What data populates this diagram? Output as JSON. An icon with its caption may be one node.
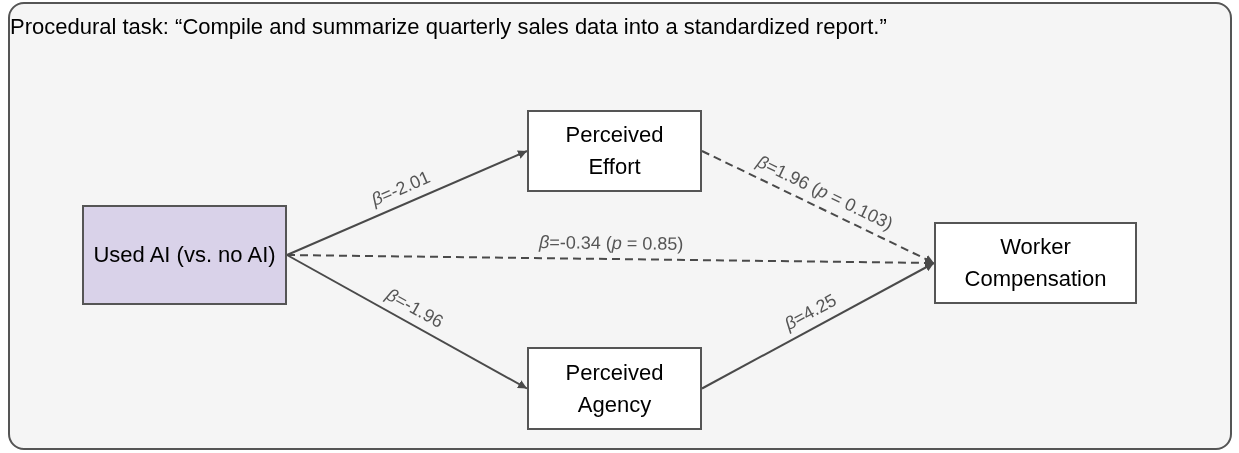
{
  "diagram": {
    "nodes": [
      {
        "text": [
          "Procedural task: “Compile and summarize quarterly sales data into a standardized report.”"
        ]
      },
      {
        "text": [
          "Used AI (vs. no AI)"
        ],
        "in": 0
      },
      {
        "text": [
          "Perceived Effort"
        ],
        "in": 0
      },
      {
        "text": [
          "Perceived Agency"
        ],
        "in": 0
      },
      {
        "text": [
          "Worker Compensation"
        ],
        "in": 0
      }
    ],
    "edges": [
      {
        "from": 1,
        "to": 2,
        "arrow": "to",
        "label": "*β*=-2.01"
      },
      {
        "from": 1,
        "to": 3,
        "arrow": "to",
        "label": "*β*=-1.96"
      },
      {
        "from": 1,
        "to": 4,
        "arrow": "to",
        "label": "*β*=-0.34 (*p* = 0.85)",
        "style": "dashed"
      },
      {
        "from": 2,
        "to": 4,
        "arrow": "to",
        "label": "*β*=1.96 (*p* = 0.103)",
        "style": "dashed"
      },
      {
        "from": 3,
        "to": 4,
        "arrow": "to",
        "label": "*β*=4.25"
      }
    ]
  }
}
